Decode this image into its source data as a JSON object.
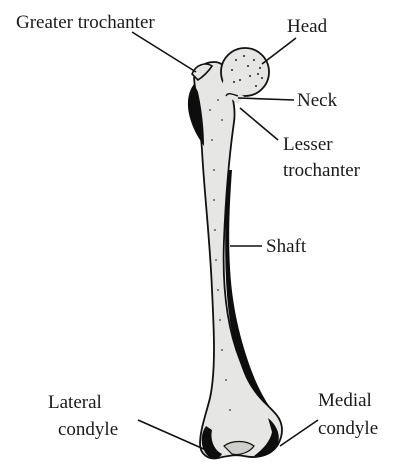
{
  "labels": {
    "greater_trochanter": "Greater trochanter",
    "head": "Head",
    "neck": "Neck",
    "lesser_trochanter_line1": "Lesser",
    "lesser_trochanter_line2": "trochanter",
    "shaft": "Shaft",
    "lateral_condyle_line1": "Lateral",
    "lateral_condyle_line2": "condyle",
    "medial_condyle_line1": "Medial",
    "medial_condyle_line2": "condyle"
  },
  "colors": {
    "bone_fill": "#e6e6e4",
    "outline": "#111111",
    "shadow": "#0d0d0d"
  }
}
